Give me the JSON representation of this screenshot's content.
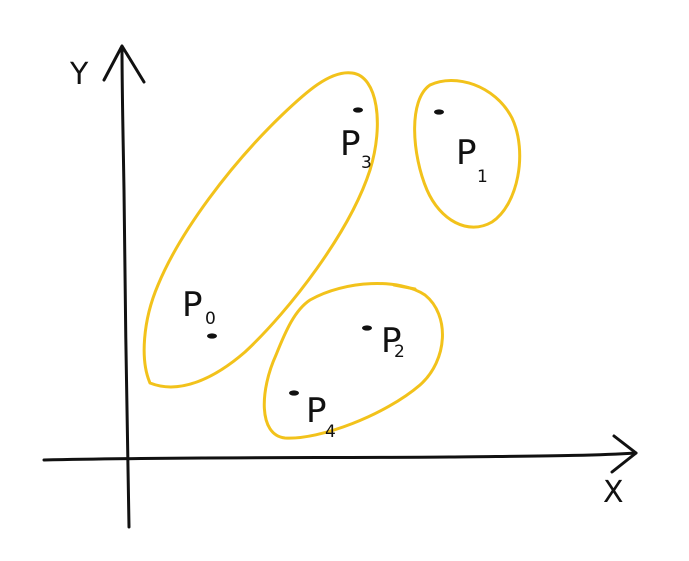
{
  "axes": {
    "x_label": "X",
    "y_label": "Y"
  },
  "points": [
    {
      "id": "p0",
      "letter": "P",
      "index": "0"
    },
    {
      "id": "p1",
      "letter": "P",
      "index": "1"
    },
    {
      "id": "p2",
      "letter": "P",
      "index": "2"
    },
    {
      "id": "p3",
      "letter": "P",
      "index": "3"
    },
    {
      "id": "p4",
      "letter": "P",
      "index": "4"
    }
  ],
  "clusters": [
    {
      "id": "cluster-a",
      "members": [
        "p0",
        "p3"
      ]
    },
    {
      "id": "cluster-b",
      "members": [
        "p1"
      ]
    },
    {
      "id": "cluster-c",
      "members": [
        "p2",
        "p4"
      ]
    }
  ],
  "colors": {
    "ink": "#111111",
    "cluster_outline": "#f2c21b",
    "background": "#ffffff"
  }
}
